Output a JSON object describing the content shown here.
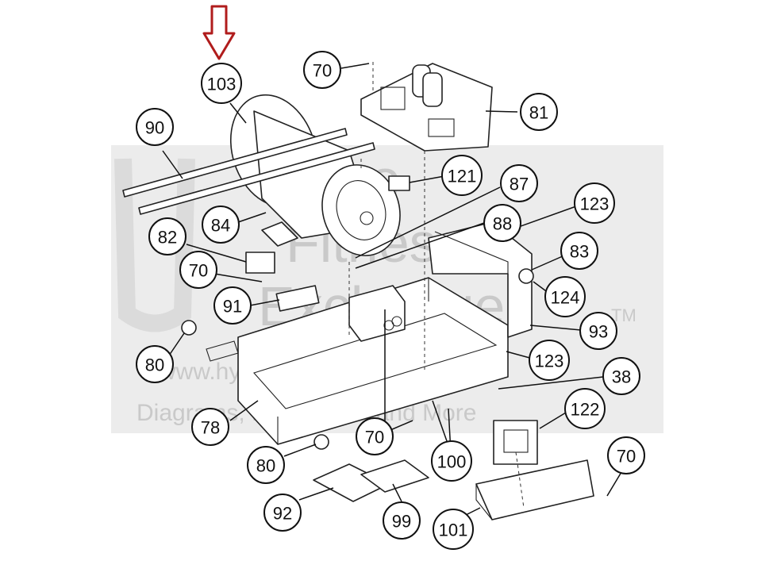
{
  "watermark": {
    "line1": "Hydro",
    "line2": "Fitness",
    "line3": "Exchange",
    "trademark": "TM",
    "url": "www.hydrofitnessexchange.com",
    "tagline": "Diagrams, Parts Lists, and More"
  },
  "colors": {
    "highlight_arrow": "#b01c1c",
    "ink": "#111111",
    "watermark": "#c9c9c9"
  },
  "highlighted_part": "103",
  "callouts": [
    {
      "label": "103"
    },
    {
      "label": "90"
    },
    {
      "label": "70"
    },
    {
      "label": "81"
    },
    {
      "label": "121"
    },
    {
      "label": "87"
    },
    {
      "label": "88"
    },
    {
      "label": "123"
    },
    {
      "label": "84"
    },
    {
      "label": "82"
    },
    {
      "label": "70"
    },
    {
      "label": "83"
    },
    {
      "label": "91"
    },
    {
      "label": "124"
    },
    {
      "label": "93"
    },
    {
      "label": "80"
    },
    {
      "label": "123"
    },
    {
      "label": "38"
    },
    {
      "label": "78"
    },
    {
      "label": "70"
    },
    {
      "label": "122"
    },
    {
      "label": "80"
    },
    {
      "label": "100"
    },
    {
      "label": "70"
    },
    {
      "label": "92"
    },
    {
      "label": "99"
    },
    {
      "label": "101"
    }
  ]
}
